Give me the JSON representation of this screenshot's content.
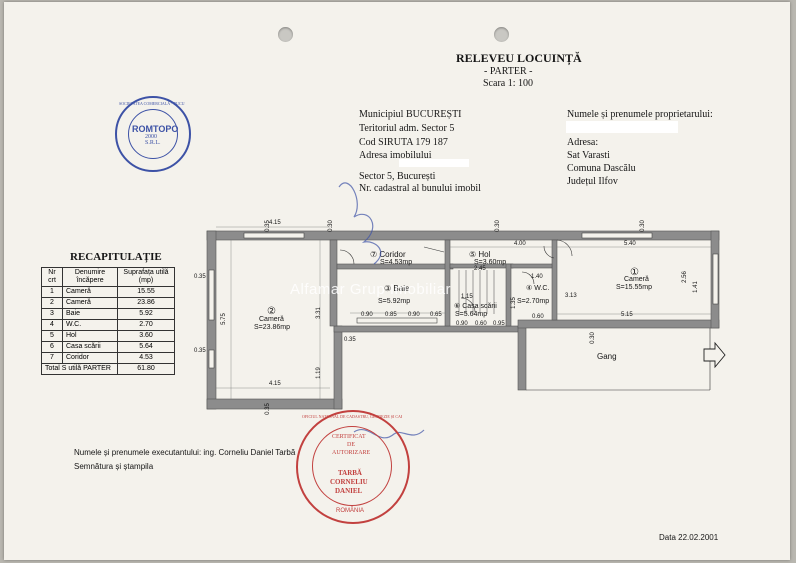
{
  "header": {
    "title": "RELEVEU LOCUINȚĂ",
    "subtitle": "- PARTER -",
    "scale": "Scara  1: 100"
  },
  "address_block": {
    "line1": "Municipiul BUCUREȘTI",
    "line2": "Teritoriul adm. Sector 5",
    "line3": "Cod SIRUTA  179 187",
    "line4": "Adresa imobilului",
    "line5": "Sector 5,  București",
    "line6": "Nr. cadastral al bunului imobil"
  },
  "owner_block": {
    "label": "Numele și prenumele proprietarului:",
    "address_label": "Adresa:",
    "village": "Sat  Varasti",
    "commune": "Comuna  Dascălu",
    "county": "Județul  Ilfov"
  },
  "recap": {
    "title": "RECAPITULAȚIE",
    "col_nr": "Nr crt",
    "col_name": "Denumire încăpere",
    "col_area": "Suprafața utilă (mp)",
    "rows": [
      {
        "nr": "1",
        "name": "Cameră",
        "area": "15.55"
      },
      {
        "nr": "2",
        "name": "Cameră",
        "area": "23.86"
      },
      {
        "nr": "3",
        "name": "Baie",
        "area": "5.92"
      },
      {
        "nr": "4",
        "name": "W.C.",
        "area": "2.70"
      },
      {
        "nr": "5",
        "name": "Hol",
        "area": "3.60"
      },
      {
        "nr": "6",
        "name": "Casa scării",
        "area": "5.64"
      },
      {
        "nr": "7",
        "name": "Coridor",
        "area": "4.53"
      }
    ],
    "total_label": "Total S utilă PARTER",
    "total_value": "61.80"
  },
  "plan": {
    "rooms": [
      {
        "num": "②",
        "name": "Cameră",
        "area": "S=23.86mp"
      },
      {
        "num": "⑦",
        "name": "Coridor",
        "area": "S=4.53mp"
      },
      {
        "num": "⑤",
        "name": "Hol",
        "area": "S=3.60mp"
      },
      {
        "num": "③",
        "name": "Baie",
        "area": "S=5.92mp"
      },
      {
        "num": "⑥",
        "name": "Casa scării",
        "area": "S=5.64mp"
      },
      {
        "num": "④",
        "name": "W.C.",
        "area": "S=2.70mp"
      },
      {
        "num": "①",
        "name": "Cameră",
        "area": "S=15.55mp"
      }
    ],
    "gang_label": "Gang",
    "dims": {
      "d035": "0.35",
      "d415": "4.15",
      "d030": "0.30",
      "d400": "4.00",
      "d540": "5.40",
      "d575": "5.75",
      "d331": "3.31",
      "d245": "2.45",
      "d140": "1.40",
      "d090": "0.90",
      "d085": "0.85",
      "d065": "0.65",
      "d060": "0.60",
      "d095": "0.95",
      "d515": "5.15",
      "d313": "3.13",
      "d256": "2.56",
      "d141": "1.41",
      "d119": "1.19",
      "d135": "1.35",
      "d115": "1.15"
    }
  },
  "footer": {
    "executant": "Numele și prenumele executantului:  ing. Corneliu Daniel Tarbă",
    "signature": "Semnătura  și ștampila",
    "date": "Data  22.02.2001"
  },
  "stamps": {
    "romtopo_ring": "SOCIETATEA COMERCIALĂ · BUCUREȘTI - ROMÂNIA",
    "romtopo_center": "ROMTOPO",
    "romtopo_year": "2000",
    "romtopo_srl": "S.R.L.",
    "official_ring": "OFICIUL NAȚIONAL DE CADASTRU, GEODEZIE ȘI CARTOGRAFIE",
    "official_country": "ROMÂNIA",
    "official_center1": "CERTIFICAT",
    "official_center2": "DE",
    "official_center3": "AUTORIZARE",
    "official_center4": "TARBĂ",
    "official_center5": "CORNELIU",
    "official_center6": "DANIEL"
  },
  "watermark": {
    "text": "Alfamar Grup Imobiliar"
  },
  "colors": {
    "paper": "#f4f2ec",
    "wall": "#8a8a8a",
    "stamp_blue": "#3d52a6",
    "stamp_red": "#c2413f"
  }
}
